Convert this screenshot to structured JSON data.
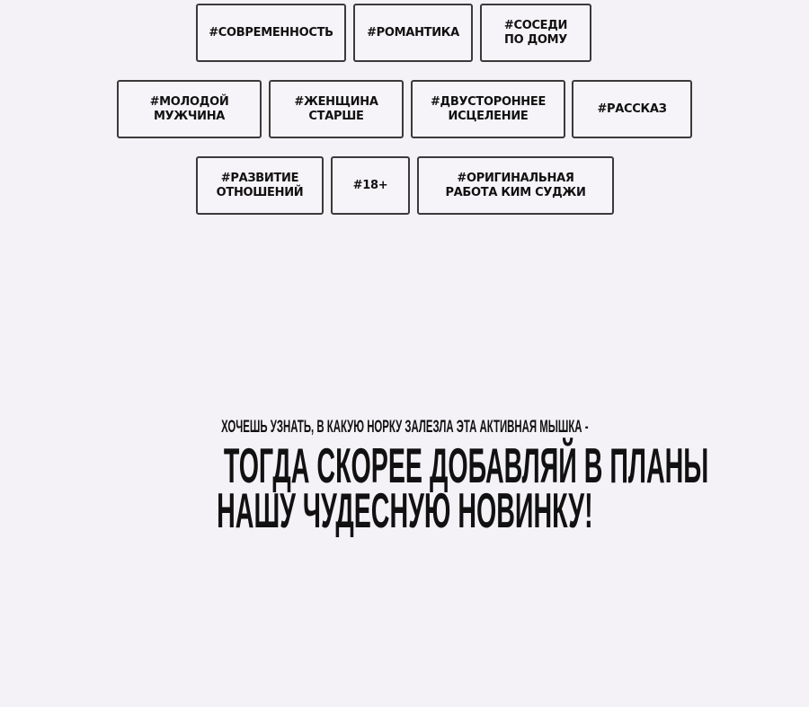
{
  "tags": [
    "#СОВРЕМЕННОСТЬ",
    "#РОМАНТИКА",
    "#СОСЕДИ\nПО ДОМУ",
    "#МОЛОДОЙ\nМУЖЧИНА",
    "#ЖЕНЩИНА\nСТАРШЕ",
    "#ДВУСТОРОННЕЕ\nИСЦЕЛЕНИЕ",
    "#РАССКАЗ",
    "#РАЗВИТИЕ\nОТНОШЕНИЙ",
    "#18+",
    "#ОРИГИНАЛЬНАЯ\nРАБОТА КИМ СУДЖИ"
  ],
  "promo": {
    "subtitle": "ХОЧЕШЬ УЗНАТЬ, В КАКУЮ НОРКУ ЗАЛЕЗЛА ЭТА АКТИВНАЯ МЫШКА -",
    "headline_line1": "ТОГДА СКОРЕЕ ДОБАВЛЯЙ В ПЛАНЫ",
    "headline_line2": "НАШУ ЧУДЕСНУЮ НОВИНКУ!"
  }
}
